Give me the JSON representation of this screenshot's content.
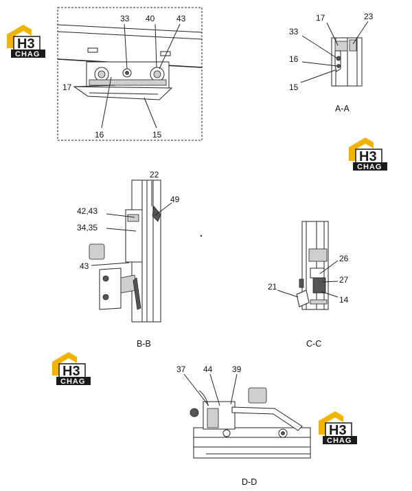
{
  "logo": {
    "mark": "H3",
    "word": "CHAG",
    "gold": "#f0b400",
    "dark": "#1a1a1a"
  },
  "views": {
    "top_detail": {
      "labels": [
        "33",
        "40",
        "43",
        "17",
        "16",
        "15"
      ]
    },
    "aa": {
      "title": "A-A",
      "labels": [
        "17",
        "23",
        "33",
        "16",
        "15"
      ]
    },
    "bb": {
      "title": "B-B",
      "labels": [
        "22",
        "49",
        "42,43",
        "34,35",
        "43"
      ]
    },
    "cc": {
      "title": "C-C",
      "labels": [
        "26",
        "27",
        "21",
        "14"
      ]
    },
    "dd": {
      "title": "D-D",
      "labels": [
        "37",
        "44",
        "39"
      ]
    }
  }
}
